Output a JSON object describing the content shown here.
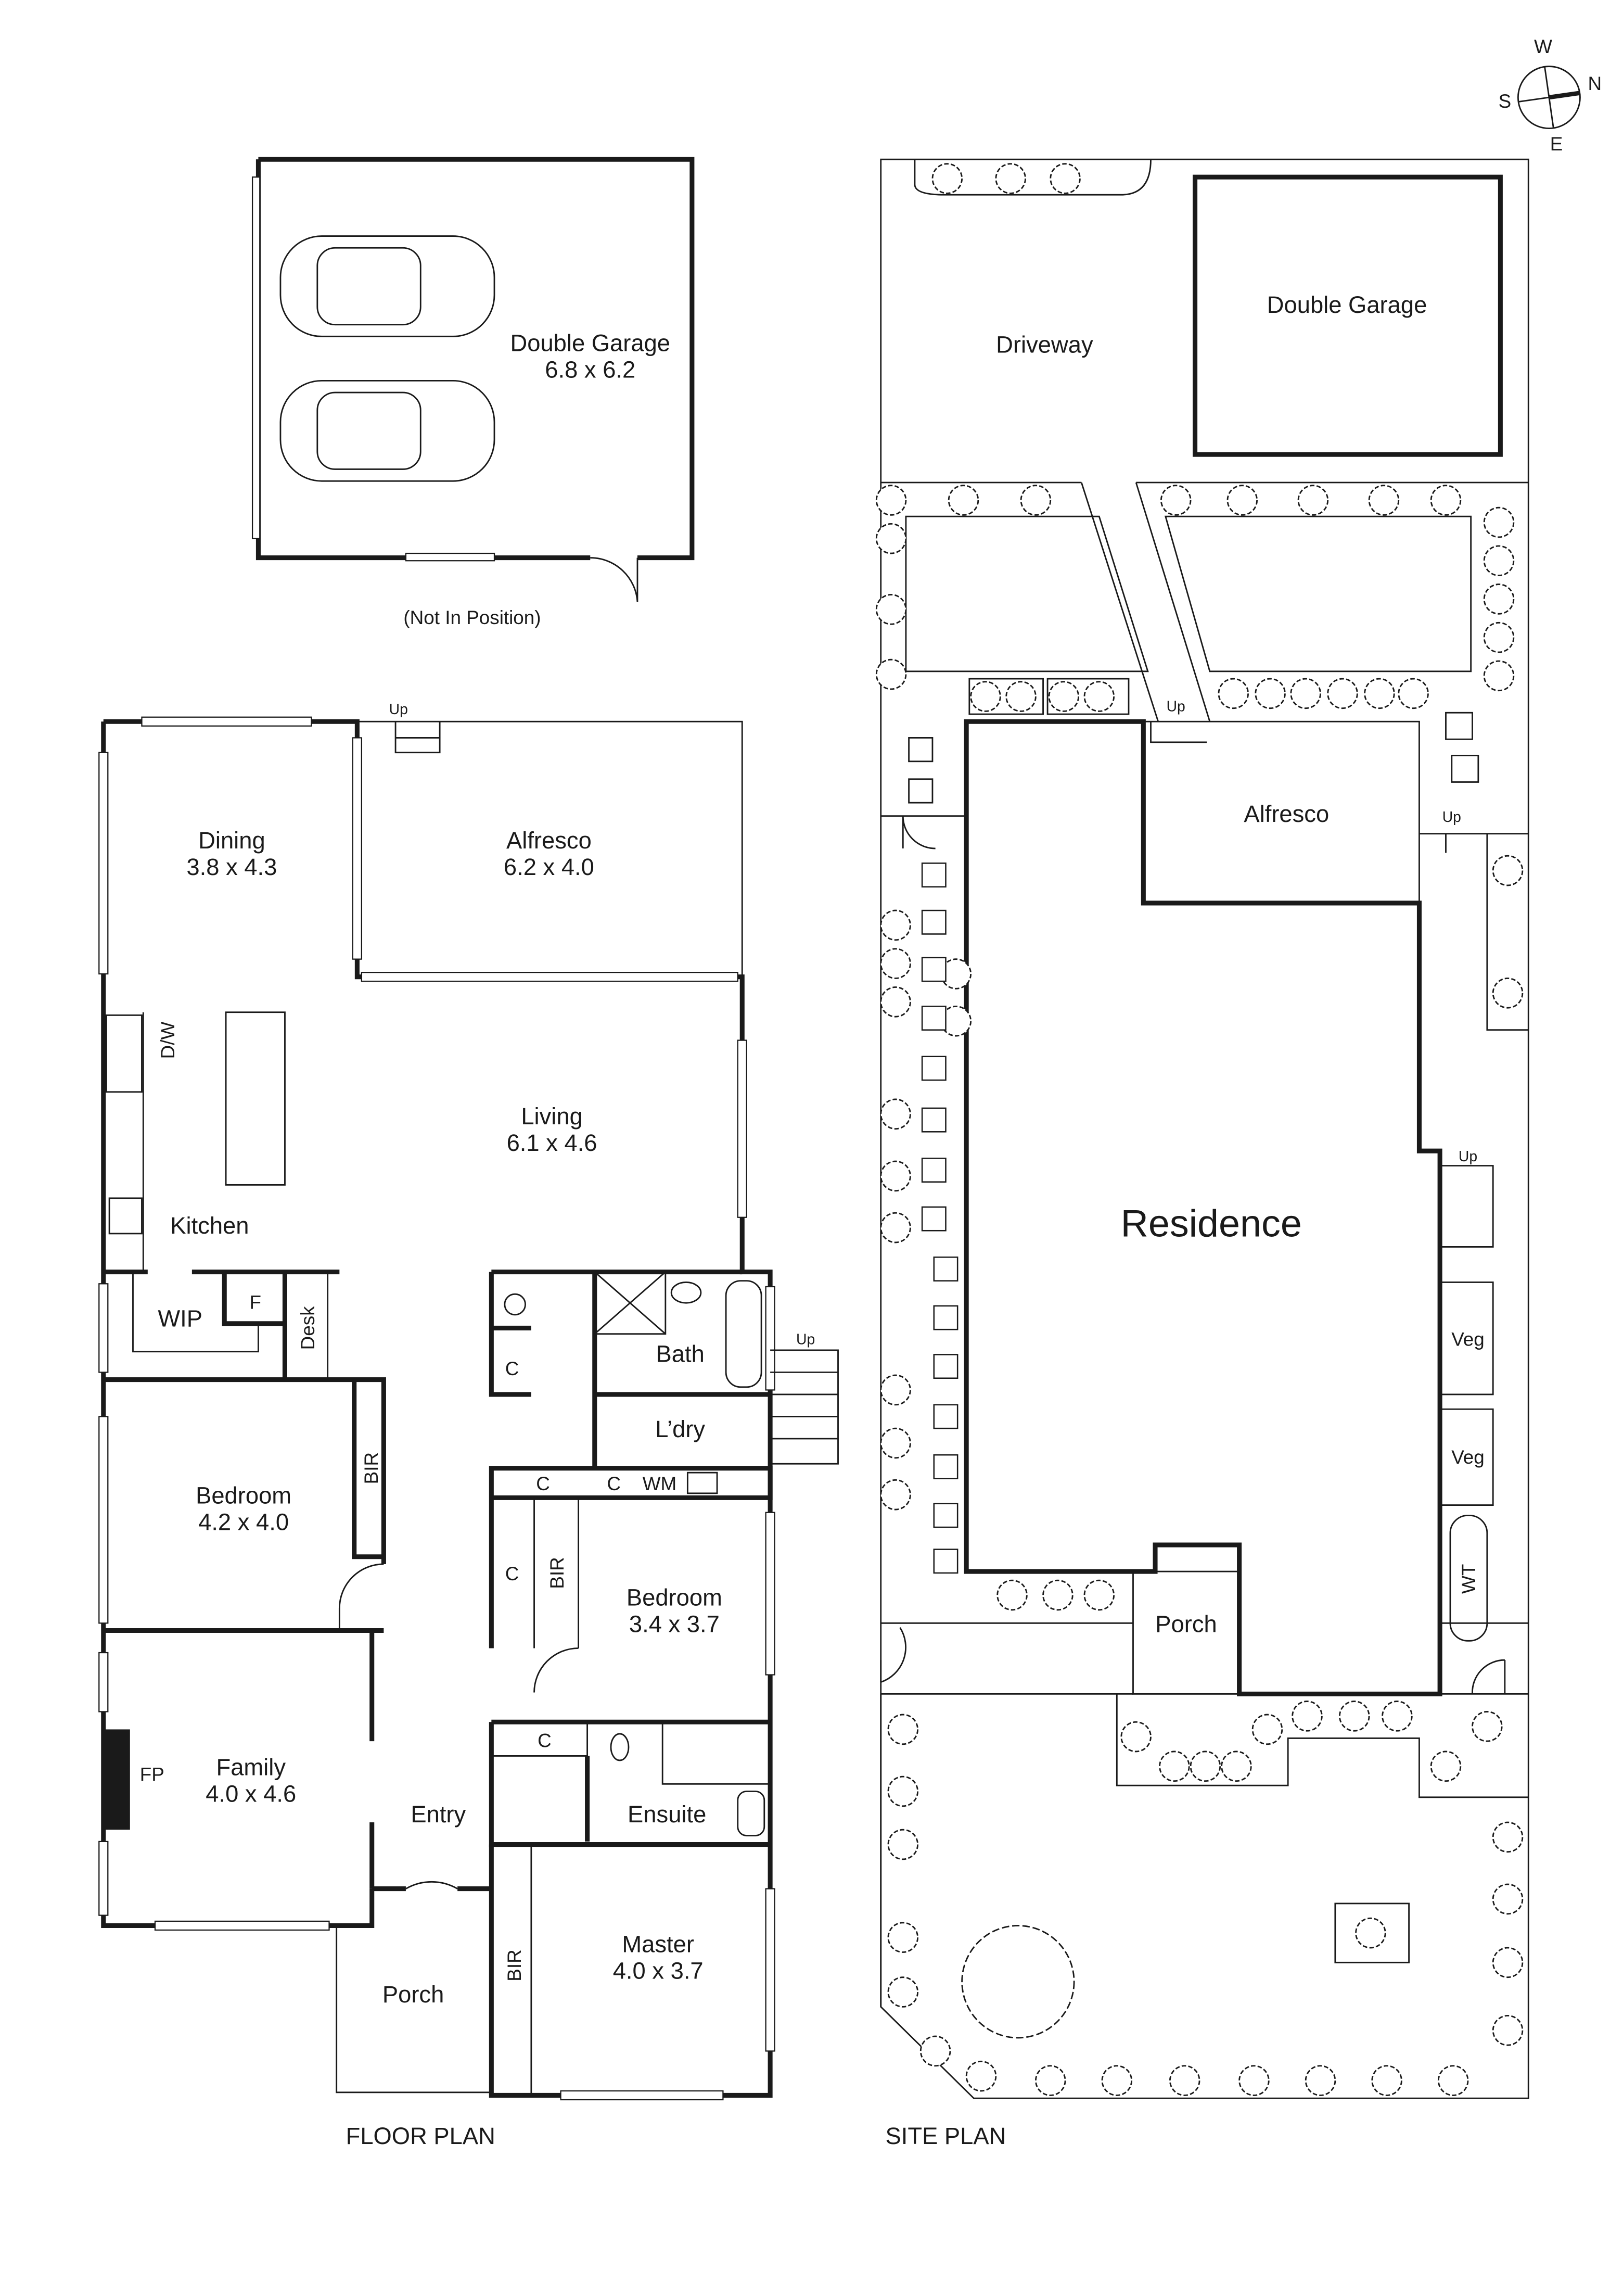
{
  "compass": {
    "north": "N",
    "south": "S",
    "east": "E",
    "west": "W"
  },
  "garage": {
    "name": "Double Garage",
    "size": "6.8 x 6.2",
    "note": "(Not In Position)"
  },
  "floor_plan": {
    "title": "FLOOR PLAN",
    "rooms": {
      "dining": {
        "name": "Dining",
        "size": "3.8 x 4.3"
      },
      "alfresco": {
        "name": "Alfresco",
        "size": "6.2 x 4.0"
      },
      "living": {
        "name": "Living",
        "size": "6.1 x 4.6"
      },
      "kitchen": {
        "name": "Kitchen"
      },
      "dw": "D/W",
      "wip": "WIP",
      "fridge": "F",
      "desk": "Desk",
      "bedroom1": {
        "name": "Bedroom",
        "size": "4.2 x 4.0"
      },
      "bir1": "BIR",
      "family": {
        "name": "Family",
        "size": "4.0 x 4.6"
      },
      "fp": "FP",
      "entry": "Entry",
      "porch": "Porch",
      "bath": "Bath",
      "c_wc": "C",
      "laundry": "L’dry",
      "c_row1": "C",
      "c_row2": "C",
      "wm": "WM",
      "c_bed2": "C",
      "bir2": "BIR",
      "bedroom2": {
        "name": "Bedroom",
        "size": "3.4 x 3.7"
      },
      "c_ensuite": "C",
      "ensuite": "Ensuite",
      "master": {
        "name": "Master",
        "size": "4.0 x 3.7"
      },
      "bir3": "BIR"
    },
    "up1": "Up",
    "up2": "Up"
  },
  "site_plan": {
    "title": "SITE PLAN",
    "driveway": "Driveway",
    "garage": "Double Garage",
    "alfresco": "Alfresco",
    "residence": "Residence",
    "porch": "Porch",
    "veg1": "Veg",
    "veg2": "Veg",
    "wt": "WT",
    "up1": "Up",
    "up2": "Up",
    "up3": "Up"
  }
}
